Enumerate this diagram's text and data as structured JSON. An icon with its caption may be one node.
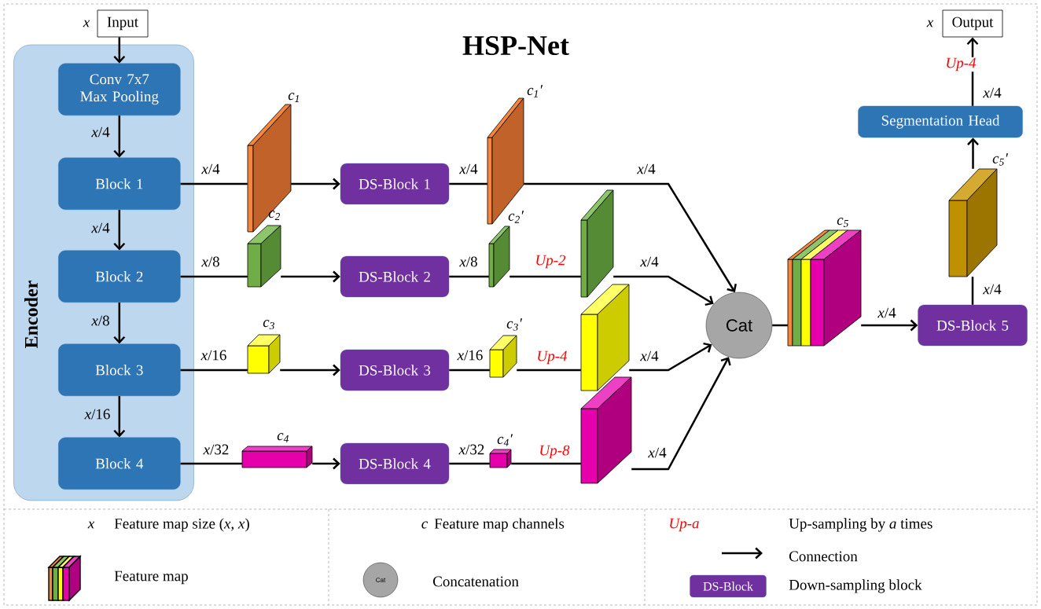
{
  "diagram": {
    "title": "HSP-Net",
    "nodes": [
      {
        "text": [
          "Input"
        ],
        "beside": [
          "x"
        ]
      },
      {
        "text": [
          "Encoder"
        ]
      },
      {
        "text": [
          "Conv 7x7 Max Pooling"
        ],
        "in": 1
      },
      {
        "text": [
          "Block 1"
        ],
        "in": 1
      },
      {
        "text": [
          "Block 2"
        ],
        "in": 1
      },
      {
        "text": [
          "Block 3"
        ],
        "in": 1
      },
      {
        "text": [
          "Block 4"
        ],
        "in": 1
      },
      {
        "text": [
          "DS-Block 1"
        ]
      },
      {
        "text": [
          "DS-Block 2"
        ]
      },
      {
        "text": [
          "DS-Block 3"
        ]
      },
      {
        "text": [
          "DS-Block 4"
        ]
      },
      {
        "text": [
          "Cat"
        ]
      },
      {
        "text": [
          "DS-Block 5"
        ]
      },
      {
        "text": [
          "Segmentation Head"
        ]
      },
      {
        "text": [
          "Output"
        ],
        "beside": [
          "x"
        ]
      },
      {
        "text": [],
        "shape": "box",
        "beside": [
          "c$_{1}$"
        ]
      },
      {
        "text": [],
        "shape": "box",
        "beside": [
          "c$_{1}$′"
        ]
      },
      {
        "text": [],
        "shape": "box",
        "beside": [
          "c$_{2}$"
        ]
      },
      {
        "text": [],
        "shape": "box",
        "beside": [
          "c$_{2}$′"
        ]
      },
      {
        "text": [],
        "shape": "box"
      },
      {
        "text": [],
        "shape": "box",
        "beside": [
          "c$_{3}$"
        ]
      },
      {
        "text": [],
        "shape": "box",
        "beside": [
          "c$_{3}$′"
        ]
      },
      {
        "text": [],
        "shape": "box"
      },
      {
        "text": [],
        "shape": "box",
        "beside": [
          "c$_{4}$"
        ]
      },
      {
        "text": [],
        "shape": "box",
        "beside": [
          "c$_{4}$′"
        ]
      },
      {
        "text": [],
        "shape": "box"
      },
      {
        "text": [],
        "shape": "box",
        "beside": [
          "c$_{5}$"
        ]
      },
      {
        "text": [],
        "shape": "box",
        "beside": [
          "c$_{5}$′"
        ]
      }
    ],
    "edges": [
      {
        "from": 0,
        "to": 2,
        "arrow": "to"
      },
      {
        "from": 2,
        "to": 3,
        "arrow": "to",
        "label": "*x*/4"
      },
      {
        "from": 3,
        "to": 4,
        "arrow": "to",
        "label": "*x*/4"
      },
      {
        "from": 4,
        "to": 5,
        "arrow": "to",
        "label": "*x*/8"
      },
      {
        "from": 5,
        "to": 6,
        "arrow": "to",
        "label": "*x*/16"
      },
      {
        "from": 3,
        "to": 15,
        "arrow": "none",
        "label": "*x*/4"
      },
      {
        "from": 15,
        "to": 7,
        "arrow": "to"
      },
      {
        "from": 4,
        "to": 17,
        "arrow": "none",
        "label": "*x*/8"
      },
      {
        "from": 17,
        "to": 8,
        "arrow": "to"
      },
      {
        "from": 5,
        "to": 20,
        "arrow": "none",
        "label": "*x*/16"
      },
      {
        "from": 20,
        "to": 9,
        "arrow": "to"
      },
      {
        "from": 6,
        "to": 23,
        "arrow": "none",
        "label": "*x*/32"
      },
      {
        "from": 23,
        "to": 10,
        "arrow": "to"
      },
      {
        "from": 7,
        "to": 16,
        "arrow": "none",
        "label": "*x*/4"
      },
      {
        "from": 16,
        "to": 11,
        "arrow": "to",
        "label": "*x*/4"
      },
      {
        "from": 8,
        "to": 18,
        "arrow": "none",
        "label": "*x*/8"
      },
      {
        "from": 18,
        "to": 19,
        "arrow": "none"
      },
      {
        "from": 19,
        "to": 11,
        "arrow": "to",
        "label": "*x*/4"
      },
      {
        "from": 9,
        "to": 21,
        "arrow": "none",
        "label": "*x*/16"
      },
      {
        "from": 21,
        "to": 22,
        "arrow": "none"
      },
      {
        "from": 22,
        "to": 11,
        "arrow": "to",
        "label": "*x*/4"
      },
      {
        "from": 10,
        "to": 24,
        "arrow": "none",
        "label": "*x*/32"
      },
      {
        "from": 24,
        "to": 25,
        "arrow": "none"
      },
      {
        "from": 25,
        "to": 11,
        "arrow": "to",
        "label": "*x*/4"
      },
      {
        "from": 11,
        "to": 26,
        "arrow": "none"
      },
      {
        "from": 26,
        "to": 12,
        "arrow": "to",
        "label": "*x*/4"
      },
      {
        "from": 12,
        "to": 27,
        "arrow": "none",
        "label": "*x*/4"
      },
      {
        "from": 27,
        "to": 13,
        "arrow": "to"
      },
      {
        "from": 13,
        "to": 14,
        "arrow": "to",
        "label": "*x*/4"
      }
    ],
    "labels": [
      "Up-2",
      "Up-4",
      "Up-8",
      "Up-4",
      "x",
      "c",
      "Cat",
      "Up-a",
      "DS-Block"
    ],
    "legend": [
      {
        "text": "Feature map size (*x*, *x*)"
      },
      {
        "text": "Feature map"
      },
      {
        "text": "Feature map channels"
      },
      {
        "text": "Concatenation"
      },
      {
        "text": "Up-sampling by *a* times"
      },
      {
        "text": "Connection"
      },
      {
        "text": "Down-sampling block"
      }
    ]
  }
}
